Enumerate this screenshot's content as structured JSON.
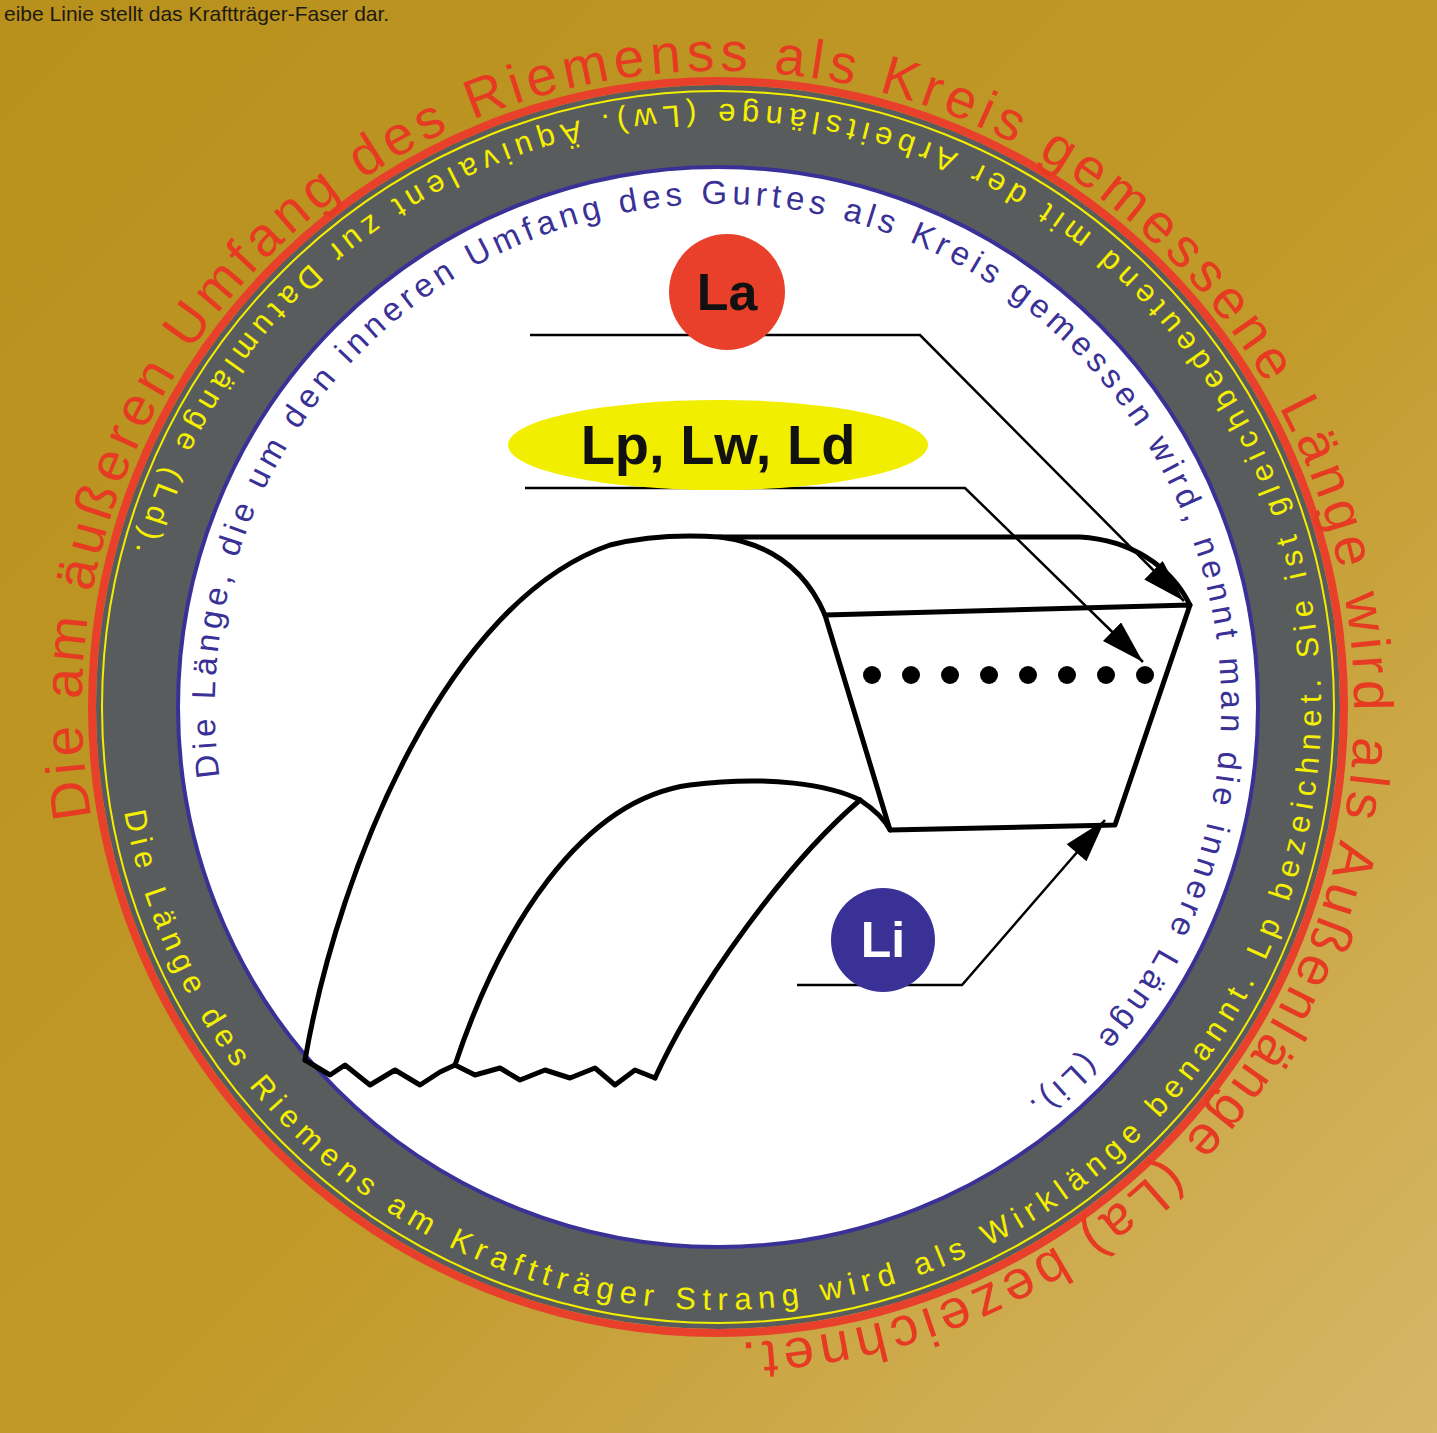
{
  "diagram": {
    "nodes": [
      {
        "text": [
          "Die am äußeren Umfang des Riemenss als Kreis gemessene Länge wird als Außenlänge (La) bezeichnet.",
          "Die Länge, die um den inneren Umfang des Gurtes als Kreis gemessen wird, nennt man die innere Länge (Li).",
          "Die Länge des Riemens am Kraftträger Strang wird als Wirklänge benannt. Lp bezeichnet. Sie ist gleichbedeutend mit der Arbeitslänge (Lw). Äquivalent zur Datumlänge (Ld)."
        ]
      },
      {
        "text": [
          "La"
        ],
        "in": 0
      },
      {
        "text": [
          "Lp, Lw, Ld"
        ],
        "in": 0
      },
      {
        "text": [
          "Li"
        ],
        "in": 0
      }
    ],
    "labels": [
      "eibe Linie stellt das Kraftträger-Faser dar."
    ]
  }
}
